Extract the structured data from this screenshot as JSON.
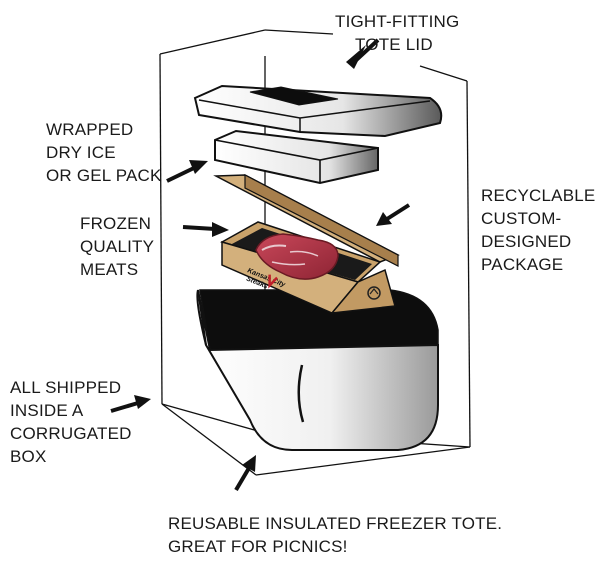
{
  "labels": {
    "tote_lid": [
      "TIGHT-FITTING",
      "TOTE LID"
    ],
    "dry_ice": [
      "WRAPPED",
      "DRY ICE",
      "OR GEL PACK"
    ],
    "meats": [
      "FROZEN",
      "QUALITY",
      "MEATS"
    ],
    "package": [
      "RECYCLABLE",
      "CUSTOM-",
      "DESIGNED",
      "PACKAGE"
    ],
    "shipped": [
      "ALL SHIPPED",
      "INSIDE A",
      "CORRUGATED",
      "BOX"
    ],
    "tote": [
      "REUSABLE INSULATED FREEZER TOTE.",
      "GREAT FOR PICNICS!"
    ]
  },
  "package_print": [
    "Kansas City",
    "Steaks"
  ],
  "colors": {
    "text": "#1a1a1a",
    "cardboard": "#d3b07c",
    "cardboard_dark": "#a77f4c",
    "meat": "#b23a48",
    "outline": "#111111",
    "recycle_mark": "#3a7d3a"
  },
  "icons": [
    "arrow-icon",
    "recycle-icon"
  ]
}
